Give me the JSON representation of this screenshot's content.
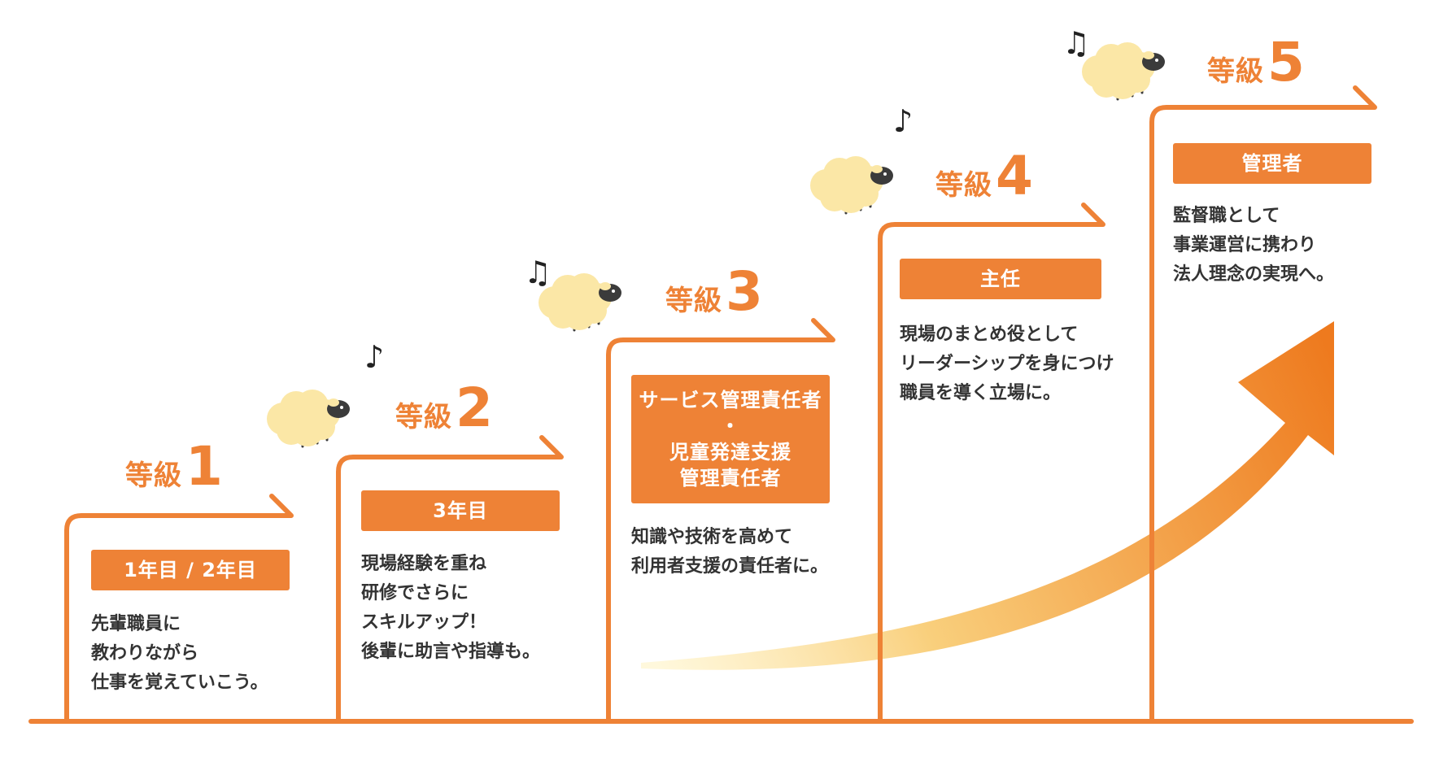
{
  "colors": {
    "accent": "#ee8236",
    "sheep_wool": "#fbe7a6",
    "sheep_face": "#3b3b3b",
    "text": "#333333"
  },
  "steps": [
    {
      "label": "等級",
      "number": "1",
      "role_lines": [
        "1年目 / 2年目"
      ],
      "description": [
        "先輩職員に",
        "教わりながら",
        "仕事を覚えていこう。"
      ]
    },
    {
      "label": "等級",
      "number": "2",
      "role_lines": [
        "3年目"
      ],
      "description": [
        "現場経験を重ね",
        "研修でさらに",
        "スキルアップ！",
        "後輩に助言や指導も。"
      ]
    },
    {
      "label": "等級",
      "number": "3",
      "role_lines": [
        "サービス管理責任者",
        "・",
        "児童発達支援",
        "管理責任者"
      ],
      "description": [
        "知識や技術を高めて",
        "利用者支援の責任者に。"
      ]
    },
    {
      "label": "等級",
      "number": "4",
      "role_lines": [
        "主任"
      ],
      "description": [
        "現場のまとめ役として",
        "リーダーシップを身につけ",
        "職員を導く立場に。"
      ]
    },
    {
      "label": "等級",
      "number": "5",
      "role_lines": [
        "管理者"
      ],
      "description": [
        "監督職として",
        "事業運営に携わり",
        "法人理念の実現へ。"
      ]
    }
  ],
  "icons": [
    "sheep-icon",
    "music-note-icon",
    "growth-arrow-icon"
  ]
}
